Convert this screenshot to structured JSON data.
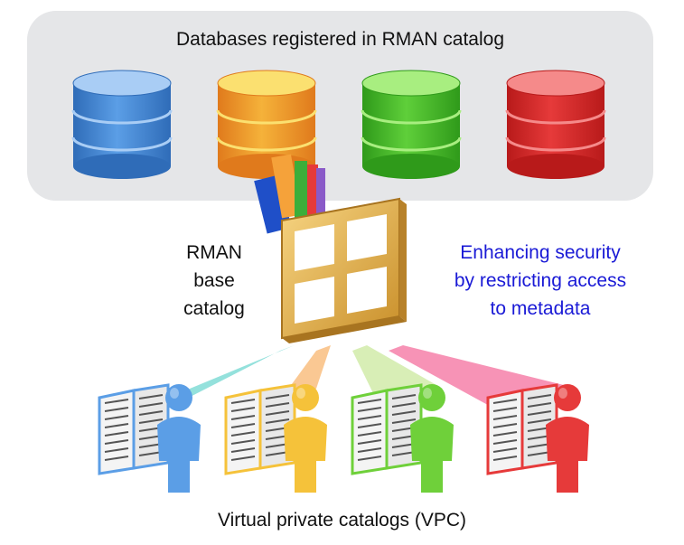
{
  "diagram": {
    "top_label": "Databases registered in RMAN catalog",
    "base_catalog_lines": [
      "RMAN",
      "base",
      "catalog"
    ],
    "security_lines": [
      "Enhancing security",
      "by restricting access",
      "to metadata"
    ],
    "bottom_label": "Virtual private catalogs (VPC)"
  },
  "databases": [
    {
      "color": "#5b9ee6",
      "light": "#a9cdf5",
      "dark": "#2f6cb8"
    },
    {
      "color": "#f5b23a",
      "light": "#fbe070",
      "dark": "#e07a1c"
    },
    {
      "color": "#5fcf3a",
      "light": "#a8ee80",
      "dark": "#2f9a1a"
    },
    {
      "color": "#e63a3a",
      "light": "#f58a8a",
      "dark": "#b81a1a"
    }
  ],
  "vpcs": [
    {
      "color": "#5b9ee6",
      "beam": "#3cc8c0"
    },
    {
      "color": "#f5c23a",
      "beam": "#f59a3a"
    },
    {
      "color": "#6fd03a",
      "beam": "#b8e07a"
    },
    {
      "color": "#e63a3a",
      "beam": "#f03a7a"
    }
  ],
  "colors": {
    "panel": "#e5e6e8",
    "security_text": "#1a1ad6",
    "frame": "#e8b44a"
  }
}
